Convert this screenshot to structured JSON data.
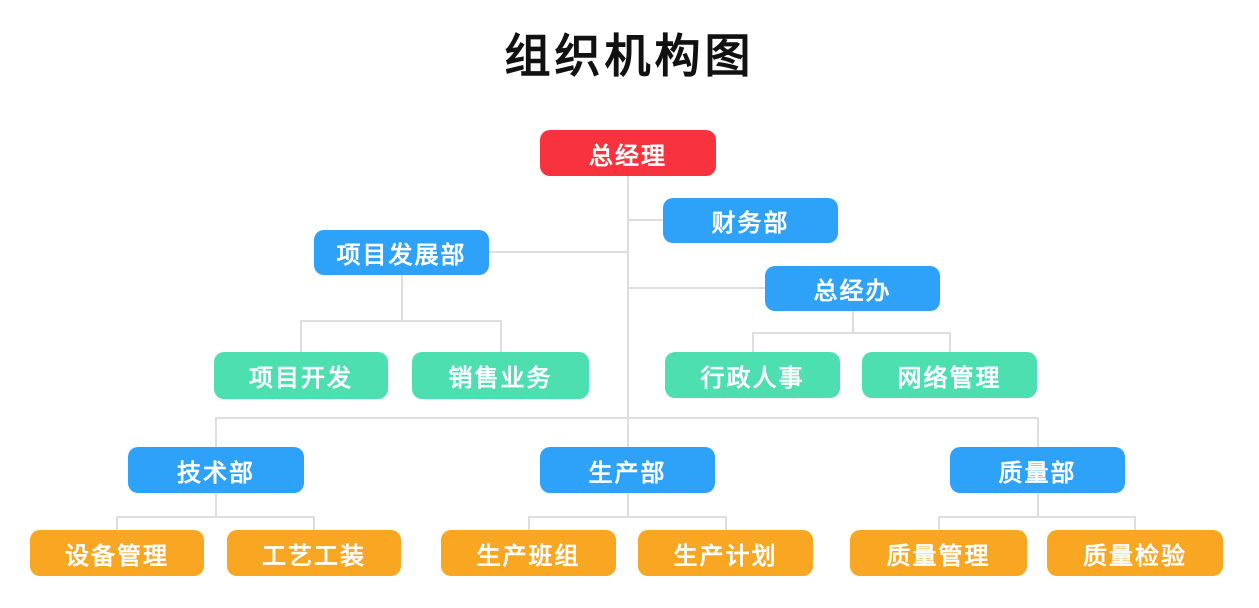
{
  "title": "组织机构图",
  "palette": {
    "red": "#F8333D",
    "blue": "#2EA2F8",
    "green": "#4DDFB0",
    "orange": "#F9A622",
    "line": "#DEDEDE",
    "node_text": "#FFFFFF",
    "title_text": "#111111"
  },
  "nodes": [
    {
      "id": "general-manager",
      "label": "总经理",
      "color": "red",
      "parent": null
    },
    {
      "id": "finance-dept",
      "label": "财务部",
      "color": "blue",
      "parent": "general-manager"
    },
    {
      "id": "project-dev-dept",
      "label": "项目发展部",
      "color": "blue",
      "parent": "general-manager"
    },
    {
      "id": "gm-office",
      "label": "总经办",
      "color": "blue",
      "parent": "general-manager"
    },
    {
      "id": "project-development",
      "label": "项目开发",
      "color": "green",
      "parent": "project-dev-dept"
    },
    {
      "id": "sales-business",
      "label": "销售业务",
      "color": "green",
      "parent": "project-dev-dept"
    },
    {
      "id": "admin-hr",
      "label": "行政人事",
      "color": "green",
      "parent": "gm-office"
    },
    {
      "id": "network-mgmt",
      "label": "网络管理",
      "color": "green",
      "parent": "gm-office"
    },
    {
      "id": "tech-dept",
      "label": "技术部",
      "color": "blue",
      "parent": "general-manager"
    },
    {
      "id": "production-dept",
      "label": "生产部",
      "color": "blue",
      "parent": "general-manager"
    },
    {
      "id": "quality-dept",
      "label": "质量部",
      "color": "blue",
      "parent": "general-manager"
    },
    {
      "id": "equipment-mgmt",
      "label": "设备管理",
      "color": "orange",
      "parent": "tech-dept"
    },
    {
      "id": "process-tooling",
      "label": "工艺工装",
      "color": "orange",
      "parent": "tech-dept"
    },
    {
      "id": "production-team",
      "label": "生产班组",
      "color": "orange",
      "parent": "production-dept"
    },
    {
      "id": "production-plan",
      "label": "生产计划",
      "color": "orange",
      "parent": "production-dept"
    },
    {
      "id": "quality-mgmt",
      "label": "质量管理",
      "color": "orange",
      "parent": "quality-dept"
    },
    {
      "id": "quality-inspection",
      "label": "质量检验",
      "color": "orange",
      "parent": "quality-dept"
    }
  ]
}
